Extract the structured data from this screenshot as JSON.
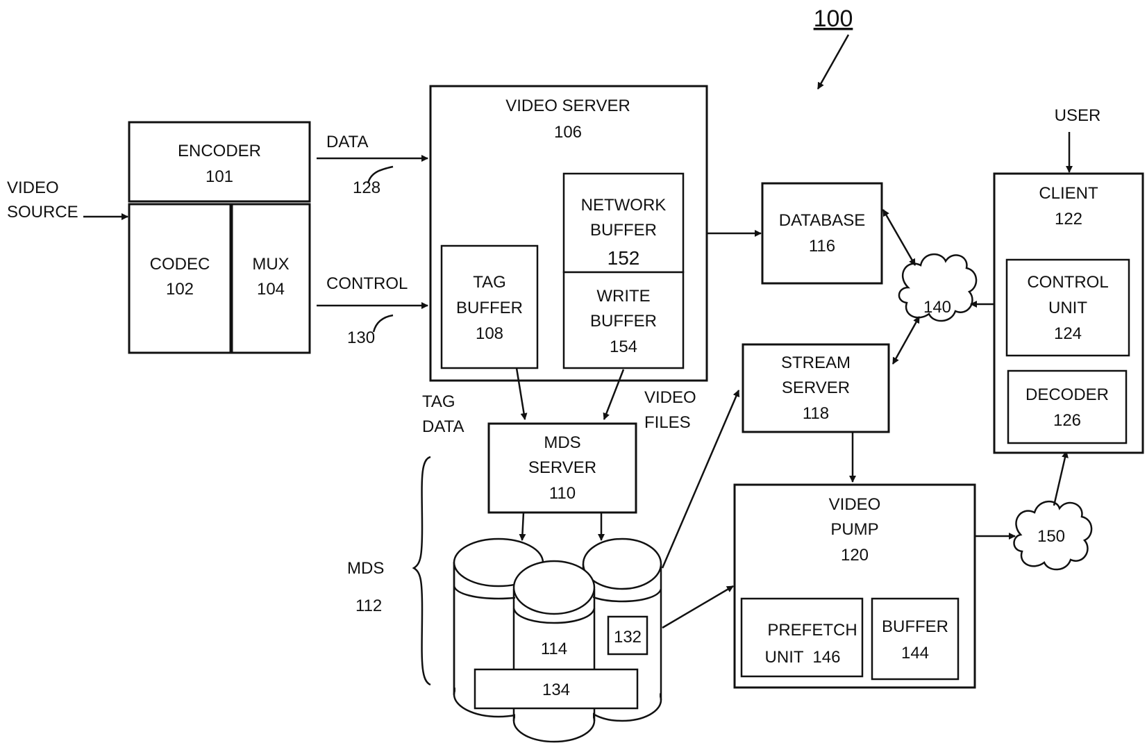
{
  "figure": {
    "number": "100"
  },
  "labels": {
    "video_source_1": "VIDEO",
    "video_source_2": "SOURCE",
    "data": "DATA",
    "ref_128": "128",
    "control": "CONTROL",
    "ref_130": "130",
    "tag_data_1": "TAG",
    "tag_data_2": "DATA",
    "video_files_1": "VIDEO",
    "video_files_2": "FILES",
    "mds": "MDS",
    "ref_112": "112",
    "user": "USER"
  },
  "blocks": {
    "encoder": {
      "name": "ENCODER",
      "ref": "101"
    },
    "codec": {
      "name": "CODEC",
      "ref": "102"
    },
    "mux": {
      "name": "MUX",
      "ref": "104"
    },
    "video_server": {
      "name": "VIDEO SERVER",
      "ref": "106"
    },
    "network_buffer": {
      "line1": "NETWORK",
      "line2": "BUFFER",
      "ref": "152"
    },
    "write_buffer": {
      "line1": "WRITE",
      "line2": "BUFFER",
      "ref": "154"
    },
    "tag_buffer": {
      "line1": "TAG",
      "line2": "BUFFER",
      "ref": "108"
    },
    "mds_server": {
      "line1": "MDS",
      "line2": "SERVER",
      "ref": "110"
    },
    "database": {
      "name": "DATABASE",
      "ref": "116"
    },
    "stream_server": {
      "line1": "STREAM",
      "line2": "SERVER",
      "ref": "118"
    },
    "video_pump": {
      "line1": "VIDEO",
      "line2": "PUMP",
      "ref": "120"
    },
    "prefetch_unit": {
      "line1": "PREFETCH",
      "line2": "UNIT  146"
    },
    "buffer": {
      "name": "BUFFER",
      "ref": "144"
    },
    "client": {
      "name": "CLIENT",
      "ref": "122"
    },
    "control_unit": {
      "line1": "CONTROL",
      "line2": "UNIT",
      "ref": "124"
    },
    "decoder": {
      "name": "DECODER",
      "ref": "126"
    },
    "storage": {
      "disk": "114",
      "module": "132",
      "bar": "134"
    },
    "cloud_140": "140",
    "cloud_150": "150"
  }
}
